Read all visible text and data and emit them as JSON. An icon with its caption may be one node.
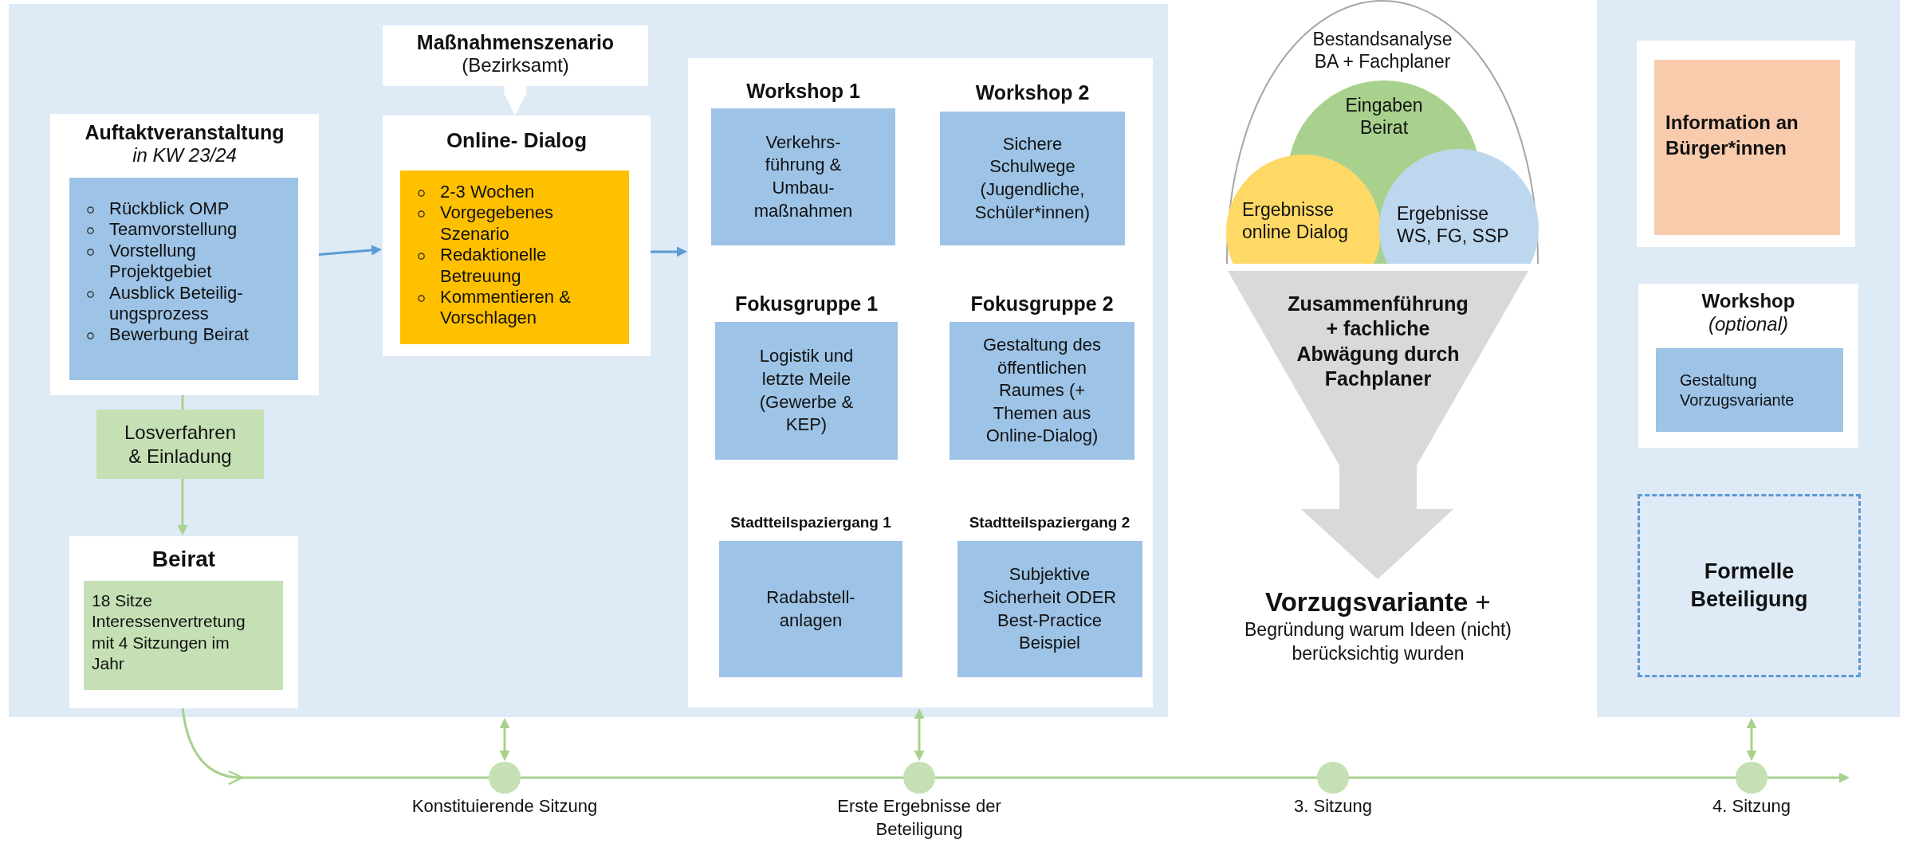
{
  "diagram": {
    "nodes": [
      {
        "text": [],
        "shape": "box"
      },
      {
        "text": [
          "Auftaktveranstaltung",
          "in KW 23/24"
        ],
        "in": 0
      },
      {
        "text": [
          "Rückblick OMP",
          "Teamvorstellung",
          "Vorstellung Projektgebiet",
          "Ausblick Beteilig- ungsprozess",
          "Bewerbung Beirat"
        ],
        "in": 1
      },
      {
        "text": [
          "Losverfahren & Einladung"
        ],
        "in": 0
      },
      {
        "text": [
          "Beirat"
        ],
        "in": 0
      },
      {
        "text": [
          "18 Sitze Interessenvertretung mit 4 Sitzungen im Jahr"
        ],
        "in": 4
      },
      {
        "text": [
          "Maßnahmenszenario",
          "(Bezirksamt)"
        ],
        "in": 0
      },
      {
        "text": [
          "Online- Dialog"
        ],
        "in": 0
      },
      {
        "text": [
          "2-3 Wochen",
          "Vorgegebenes Szenario",
          "Redaktionelle Betreuung",
          "Kommentieren & Vorschlagen"
        ],
        "in": 7
      },
      {
        "text": [],
        "shape": "box",
        "in": 0
      },
      {
        "text": [
          "Workshop 1",
          "Verkehrs- führung & Umbau- maßnahmen"
        ],
        "in": 9
      },
      {
        "text": [
          "Workshop 2",
          "Sichere Schulwege (Jugendliche, Schüler*innen)"
        ],
        "in": 9
      },
      {
        "text": [
          "Fokusgruppe 1",
          "Logistik und letzte Meile (Gewerbe & KEP)"
        ],
        "in": 9
      },
      {
        "text": [
          "Fokusgruppe 2",
          "Gestaltung des öffentlichen Raumes (+ Themen aus Online-Dialog)"
        ],
        "in": 9
      },
      {
        "text": [
          "Stadtteilspaziergang 1",
          "Radabstell- anlagen"
        ],
        "in": 9
      },
      {
        "text": [
          "Stadtteilspaziergang 2",
          "Subjektive Sicherheit ODER Best-Practice Beispiel"
        ],
        "in": 9
      },
      {
        "text": [
          "Bestandsanalyse BA + Fachplaner"
        ]
      },
      {
        "text": [
          "Eingaben Beirat"
        ],
        "in": 16
      },
      {
        "text": [
          "Ergebnisse online Dialog"
        ],
        "in": 16
      },
      {
        "text": [
          "Ergebnisse WS, FG, SSP"
        ],
        "in": 16
      },
      {
        "text": [
          "Zusammenführung + fachliche Abwägung durch Fachplaner"
        ],
        "beside": [
          "**Vorzugsvariante** +",
          "Begründung warum Ideen (nicht) berücksichtig wurden"
        ]
      },
      {
        "text": [],
        "shape": "box"
      },
      {
        "text": [
          "Information an Bürger*innen"
        ],
        "in": 21
      },
      {
        "text": [
          "Workshop",
          "(optional)"
        ],
        "in": 21
      },
      {
        "text": [
          "Gestaltung Vorzugsvariante"
        ],
        "in": 23
      },
      {
        "text": [
          "Formelle Beteiligung"
        ],
        "in": 21
      },
      {
        "text": [],
        "shape": "circle",
        "beside": [
          "Konstituierende Sitzung"
        ]
      },
      {
        "text": [],
        "shape": "circle",
        "beside": [
          "Erste Ergebnisse der Beteiligung"
        ]
      },
      {
        "text": [],
        "shape": "circle",
        "beside": [
          "3. Sitzung"
        ]
      },
      {
        "text": [],
        "shape": "circle",
        "beside": [
          "4. Sitzung"
        ]
      }
    ],
    "edges": [
      {
        "from": 1,
        "to": 7,
        "arrow": "to",
        "color": "#5b9bd5"
      },
      {
        "from": 7,
        "to": 9,
        "arrow": "to",
        "color": "#5b9bd5"
      },
      {
        "from": 6,
        "to": 7,
        "arrow": "to",
        "style": "thick",
        "color": "#ffffff"
      },
      {
        "from": 1,
        "to": 3,
        "arrow": "none"
      },
      {
        "from": 3,
        "to": 4,
        "arrow": "to"
      },
      {
        "from": 4,
        "to": null,
        "arrow": "to"
      },
      {
        "from": 26,
        "to": 27,
        "arrow": "none"
      },
      {
        "from": 27,
        "to": 28,
        "arrow": "none"
      },
      {
        "from": 28,
        "to": 29,
        "arrow": "none"
      },
      {
        "from": 29,
        "to": null,
        "arrow": "to"
      },
      {
        "from": 0,
        "to": 26,
        "arrow": "both"
      },
      {
        "from": 9,
        "to": 27,
        "arrow": "both"
      },
      {
        "from": 21,
        "to": 29,
        "arrow": "both"
      },
      {
        "from": null,
        "to": 26,
        "arrow": "none"
      }
    ]
  }
}
